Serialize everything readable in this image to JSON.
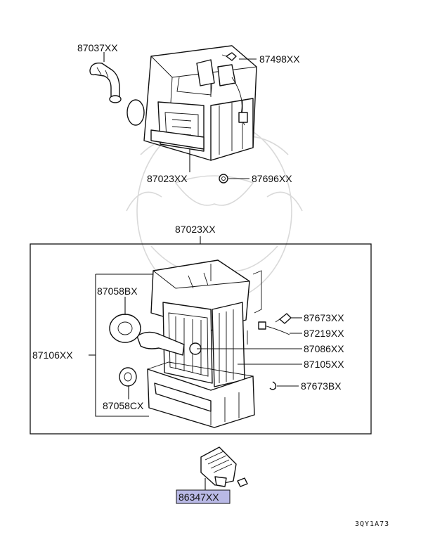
{
  "diagram": {
    "labels": {
      "top_hose": "87037XX",
      "top_bolt": "87498XX",
      "top_housing": "87023XX",
      "top_nut": "87696XX",
      "box_title": "87023XX",
      "packing_upper": "87058BX",
      "heater_unit": "87106XX",
      "packing_lower": "87058CX",
      "clip_upper": "87673XX",
      "sensor": "87219XX",
      "valve": "87086XX",
      "heater_core": "87105XX",
      "clip_lower": "87673BX",
      "resistor": "86347XX"
    },
    "highlight_color": "#b9b9e6",
    "figure_code": "3QY1A73"
  }
}
